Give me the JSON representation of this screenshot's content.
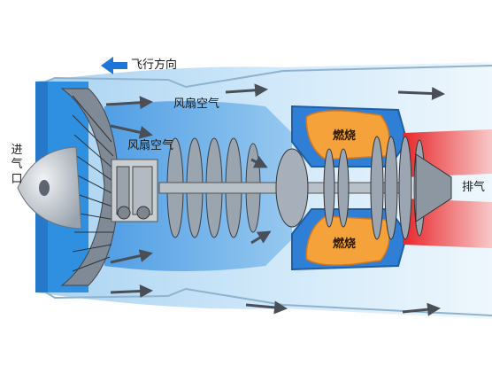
{
  "labels": {
    "flight_direction": "飞行方向",
    "fan_air_outer": "风扇空气",
    "fan_air_inner": "风扇空气",
    "inlet": "进气口",
    "exhaust": "排气",
    "combustion_top": "燃烧",
    "combustion_bottom": "燃烧"
  },
  "colors": {
    "bypass_air": "#b9dcf5",
    "core_air": "#5aa8e8",
    "inlet_blue": "#2f8fe0",
    "hot_red": "#e8262a",
    "flame_orange": "#f5a23a",
    "arrow_gray": "#4a4f57",
    "flight_arrow": "#1f74d8"
  },
  "icons": [
    "flight-direction-arrow",
    "airflow-arrow"
  ]
}
